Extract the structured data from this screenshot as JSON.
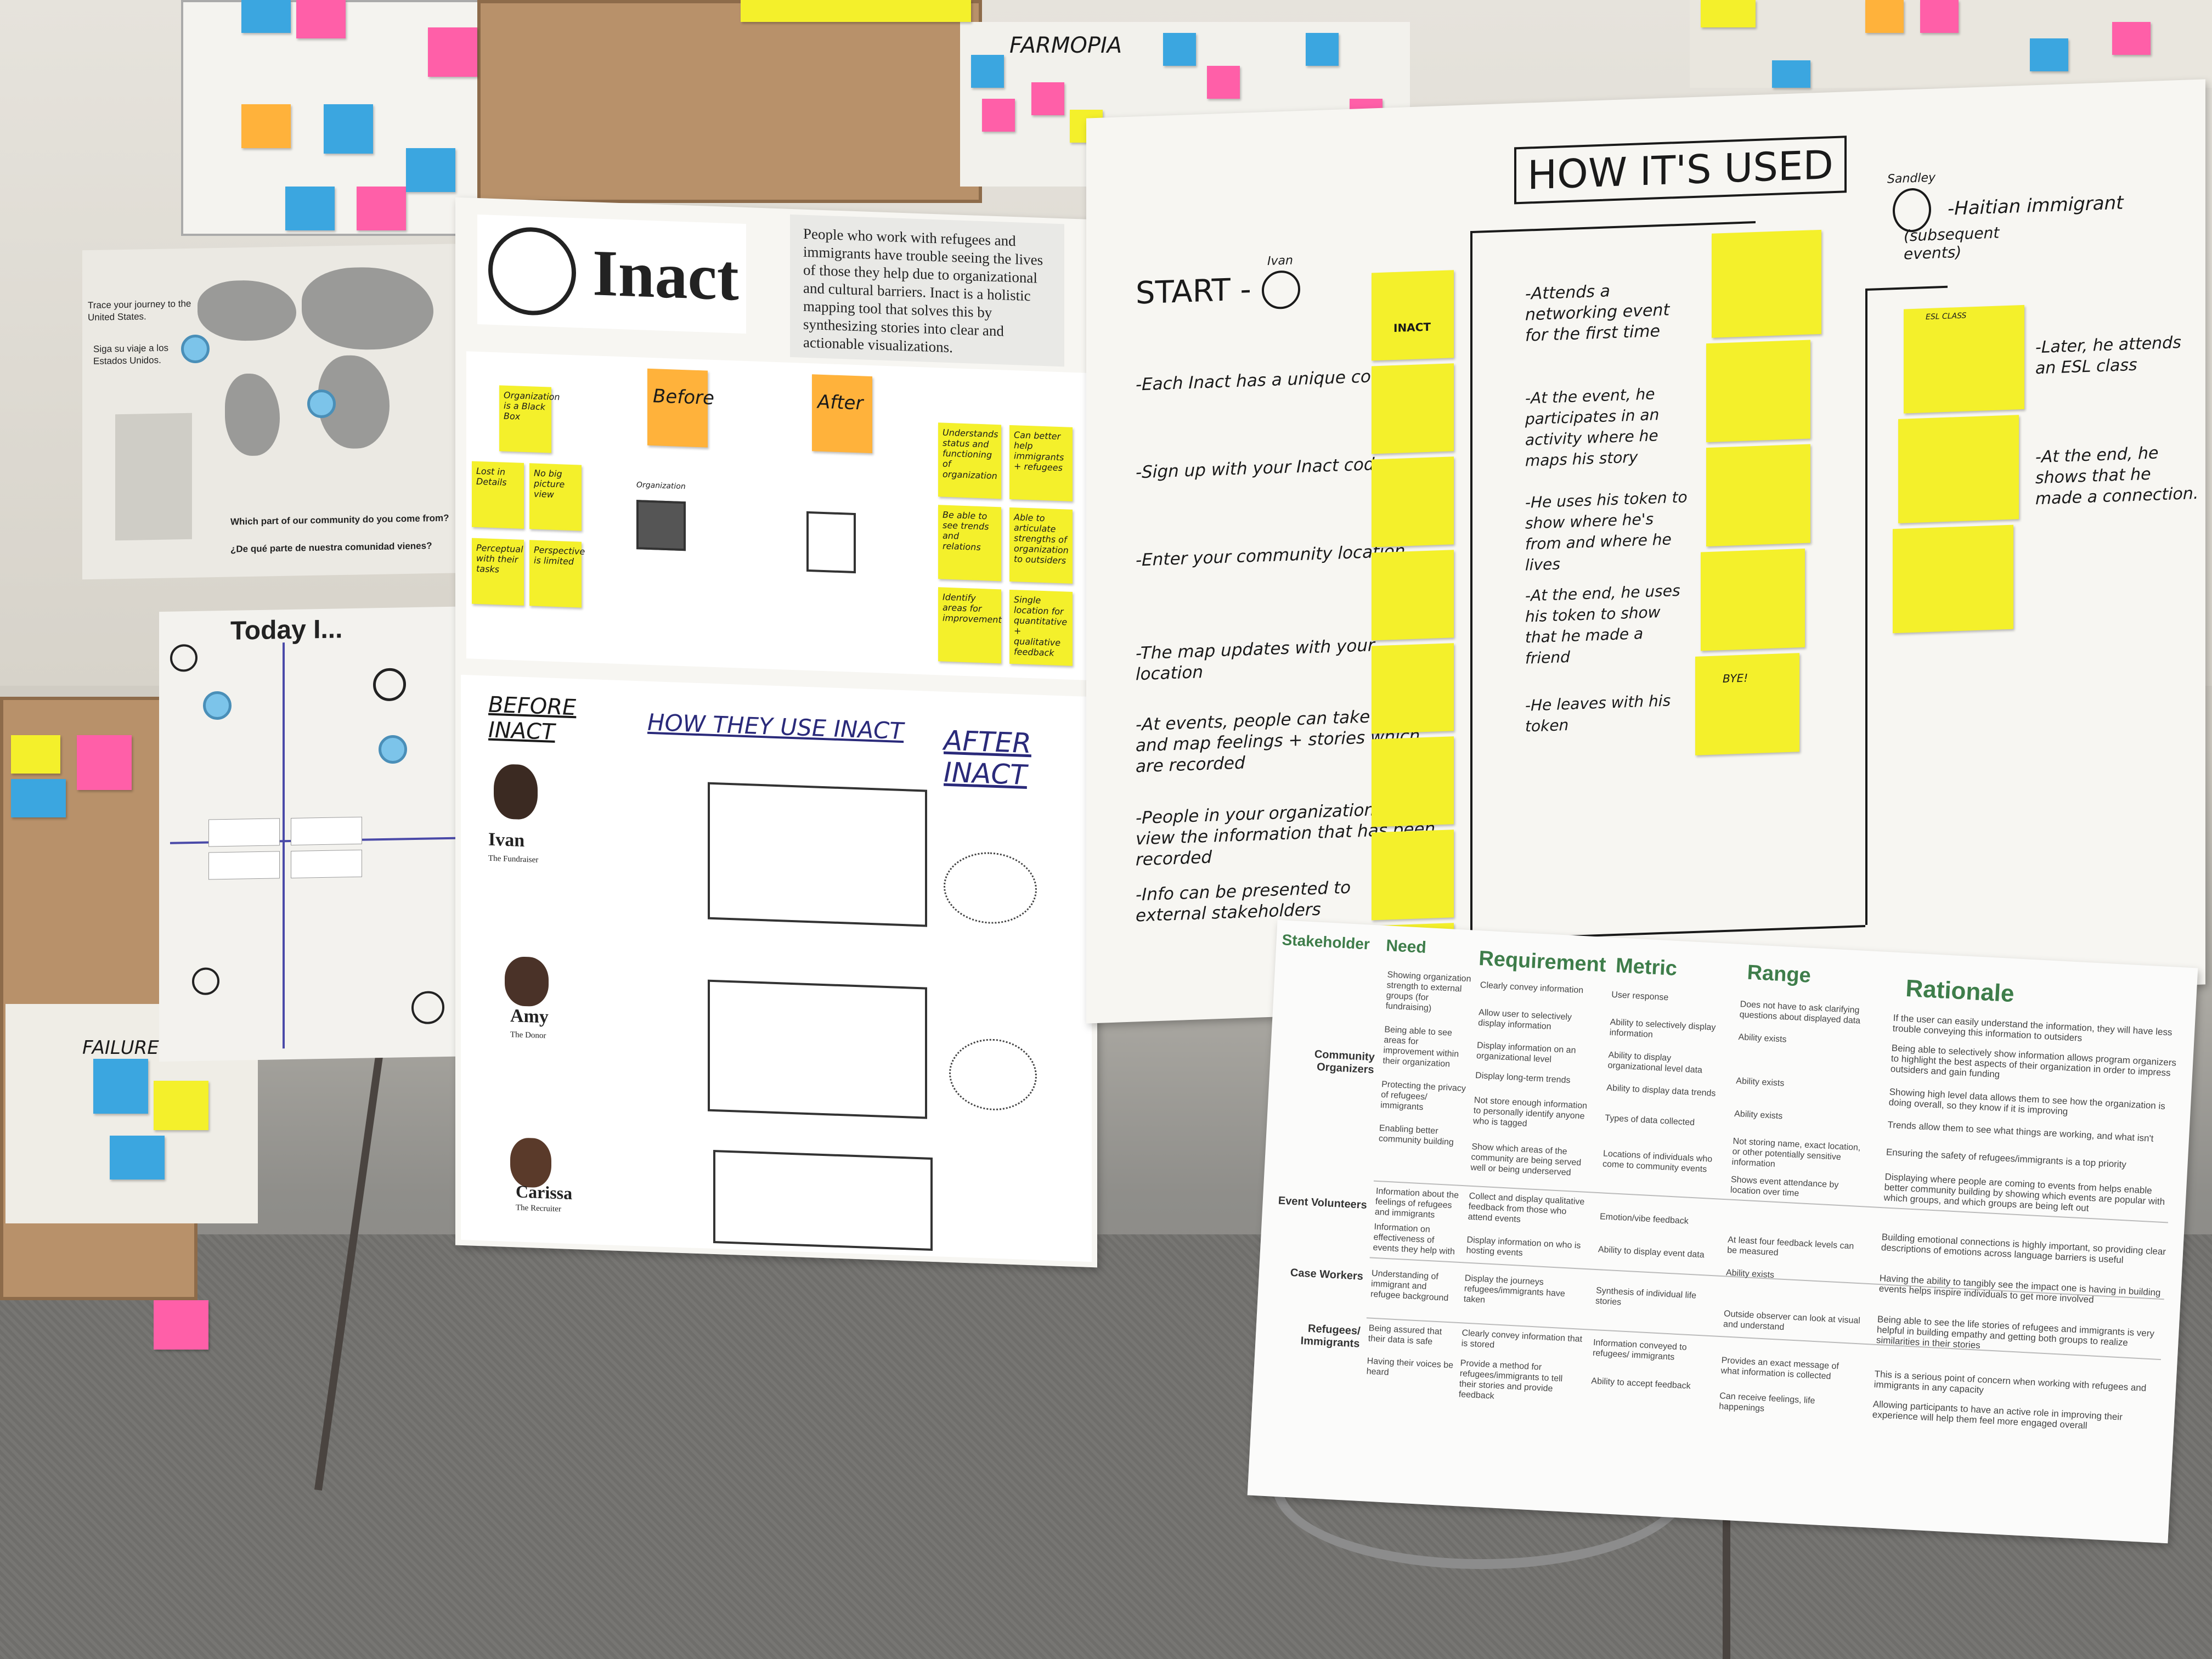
{
  "background": {
    "wall_color": "#dcd9d2",
    "floor_color": "#72716e"
  },
  "back_wall": {
    "farmopia_label": "FARMOPIA",
    "failures_label": "FAILURES"
  },
  "map_board": {
    "trace_text": "Trace your journey to the United States.",
    "trace_text_es": "Siga su viaje a los Estados Unidos.",
    "question": "Which part of our community do you come from?",
    "question_es": "¿De qué parte de nuestra comunidad vienes?"
  },
  "today_board": {
    "title": "Today I..."
  },
  "inact": {
    "logo": "Inact",
    "intro": "People who work with refugees and immigrants have trouble seeing the lives of those they help due to organizational and cultural barriers. Inact is a holistic mapping tool that solves this by synthesizing stories into clear and actionable visualizations.",
    "before_note": "Before",
    "after_note": "After",
    "problem_notes": [
      "Organization is a Black Box",
      "Lost in Details",
      "No big picture view",
      "Perceptual with their tasks",
      "Perspective is limited"
    ],
    "solution_notes": [
      "Understands status and functioning of organization",
      "Can better help immigrants + refugees",
      "Be able to see trends and relations",
      "Able to articulate strengths of organization to outsiders",
      "Identify areas for improvement",
      "Single location for quantitative + qualitative feedback"
    ],
    "sketch_label": "Organization",
    "before_heading": "BEFORE INACT",
    "how_heading": "HOW THEY USE INACT",
    "after_heading": "AFTER INACT",
    "personas": [
      {
        "name": "Ivan",
        "role": "The Fundraiser"
      },
      {
        "name": "Amy",
        "role": "The Donor"
      },
      {
        "name": "Carissa",
        "role": "The Recruiter"
      }
    ]
  },
  "how_used": {
    "title": "HOW IT'S USED",
    "start_label": "START -",
    "start_persona": "Ivan",
    "immigrant_name": "Sandley",
    "immigrant_role": "-Haitian immigrant",
    "subsequent": "(subsequent events)",
    "token_label": "INACT",
    "start_steps": [
      "-Each Inact has a unique code",
      "-Sign up with your Inact code",
      "-Enter your community location",
      "-The map updates with your location",
      "-At events, people can take token and map feelings + stories which are recorded",
      "-People in your organization can view the information that has been recorded",
      "-Info can be presented to external stakeholders"
    ],
    "immigrant_steps": [
      "-Attends a networking event for the first time",
      "-At the event, he participates in an activity where he maps his story",
      "-He uses his token to show where he's from and where he lives",
      "-At the end, he uses his token to show that he made a friend",
      "-He leaves with his token"
    ],
    "later_steps": [
      "-Later, he attends an ESL class",
      "-At the end, he shows that he made a connection."
    ],
    "esl_label": "ESL CLASS",
    "bye_label": "BYE!"
  },
  "stakeholder_table": {
    "headers": [
      "Stakeholder",
      "Need",
      "Requirement",
      "Metric",
      "Range",
      "Rationale"
    ],
    "stakeholders": [
      "Community Organizers",
      "Event Volunteers",
      "Case Workers",
      "Refugees/ Immigrants"
    ],
    "needs": [
      "Showing organization strength to external groups (for fundraising)",
      "Being able to see areas for improvement within their organization",
      "Protecting the privacy of refugees/ immigrants",
      "Enabling better community building",
      "Information about the feelings of refugees and immigrants",
      "Information on effectiveness of events they help with",
      "Understanding of immigrant and refugee background",
      "Being assured that their data is safe",
      "Having their voices be heard"
    ],
    "requirements": [
      "Clearly convey information",
      "Allow user to selectively display information",
      "Display information on an organizational level",
      "Display long-term trends",
      "Not store enough information to personally identify anyone who is tagged",
      "Show which areas of the community are being served well or being underserved",
      "Collect and display qualitative feedback from those who attend events",
      "Display information on who is hosting events",
      "Display the journeys refugees/immigrants have taken",
      "Clearly convey information that is stored",
      "Provide a method for refugees/immigrants to tell their stories and provide feedback"
    ],
    "metrics": [
      "User response",
      "Ability to selectively display information",
      "Ability to display organizational level data",
      "Ability to display data trends",
      "Types of data collected",
      "Locations of individuals who come to community events",
      "Emotion/vibe feedback",
      "Ability to display event data",
      "Synthesis of individual life stories",
      "Information conveyed to refugees/ immigrants",
      "Ability to accept feedback"
    ],
    "ranges": [
      "Does not have to ask clarifying questions about displayed data",
      "Ability exists",
      "Ability exists",
      "Ability exists",
      "Not storing name, exact location, or other potentially sensitive information",
      "Shows event attendance by location over time",
      "At least four feedback levels can be measured",
      "Ability exists",
      "Outside observer can look at visual and understand",
      "Provides an exact message of what information is collected",
      "Can receive feelings, life happenings"
    ],
    "rationales": [
      "If the user can easily understand the information, they will have less trouble conveying this information to outsiders",
      "Being able to selectively show information allows program organizers to highlight the best aspects of their organization in order to impress outsiders and gain funding",
      "Showing high level data allows them to see how the organization is doing overall, so they know if it is improving",
      "Trends allow them to see what things are working, and what isn't",
      "Ensuring the safety of refugees/immigrants is a top priority",
      "Displaying where people are coming to events from helps enable better community building by showing which events are popular with which groups, and which groups are being left out",
      "Building emotional connections is highly important, so providing clear descriptions of emotions across language barriers is useful",
      "Having the ability to tangibly see the impact one is having in building events helps inspire individuals to get more involved",
      "Being able to see the life stories of refugees and immigrants is very helpful in building empathy and getting both groups to realize similarities in their stories",
      "This is a serious point of concern when working with refugees and immigrants in any capacity",
      "Allowing participants to have an active role in improving their experience will help them feel more engaged overall"
    ]
  }
}
